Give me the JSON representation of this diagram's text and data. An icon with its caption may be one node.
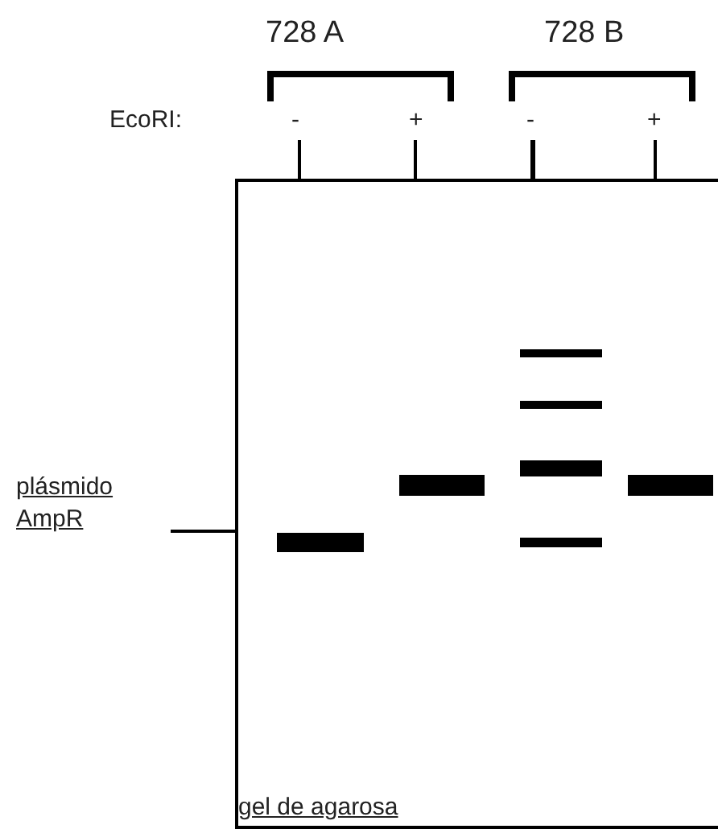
{
  "diagram": {
    "nodes": [
      {
        "text": [
          "gel de agarosa"
        ]
      },
      {
        "text": [
          "plásmido AmpR"
        ]
      },
      {
        "text": [],
        "shape": "bar",
        "in": 0
      },
      {
        "text": [],
        "shape": "bar",
        "in": 0
      },
      {
        "text": [],
        "shape": "bar",
        "in": 0
      },
      {
        "text": [],
        "shape": "bar",
        "in": 0
      },
      {
        "text": [],
        "shape": "bar",
        "in": 0
      },
      {
        "text": [],
        "shape": "bar",
        "in": 0
      },
      {
        "text": [],
        "shape": "bar",
        "in": 0
      }
    ],
    "edges": [
      {
        "from": 1,
        "to": 0,
        "arrow": "none"
      }
    ],
    "labels": [
      "728 A",
      "728 B",
      "EcoRI:",
      "-",
      "+",
      "-",
      "+"
    ]
  }
}
